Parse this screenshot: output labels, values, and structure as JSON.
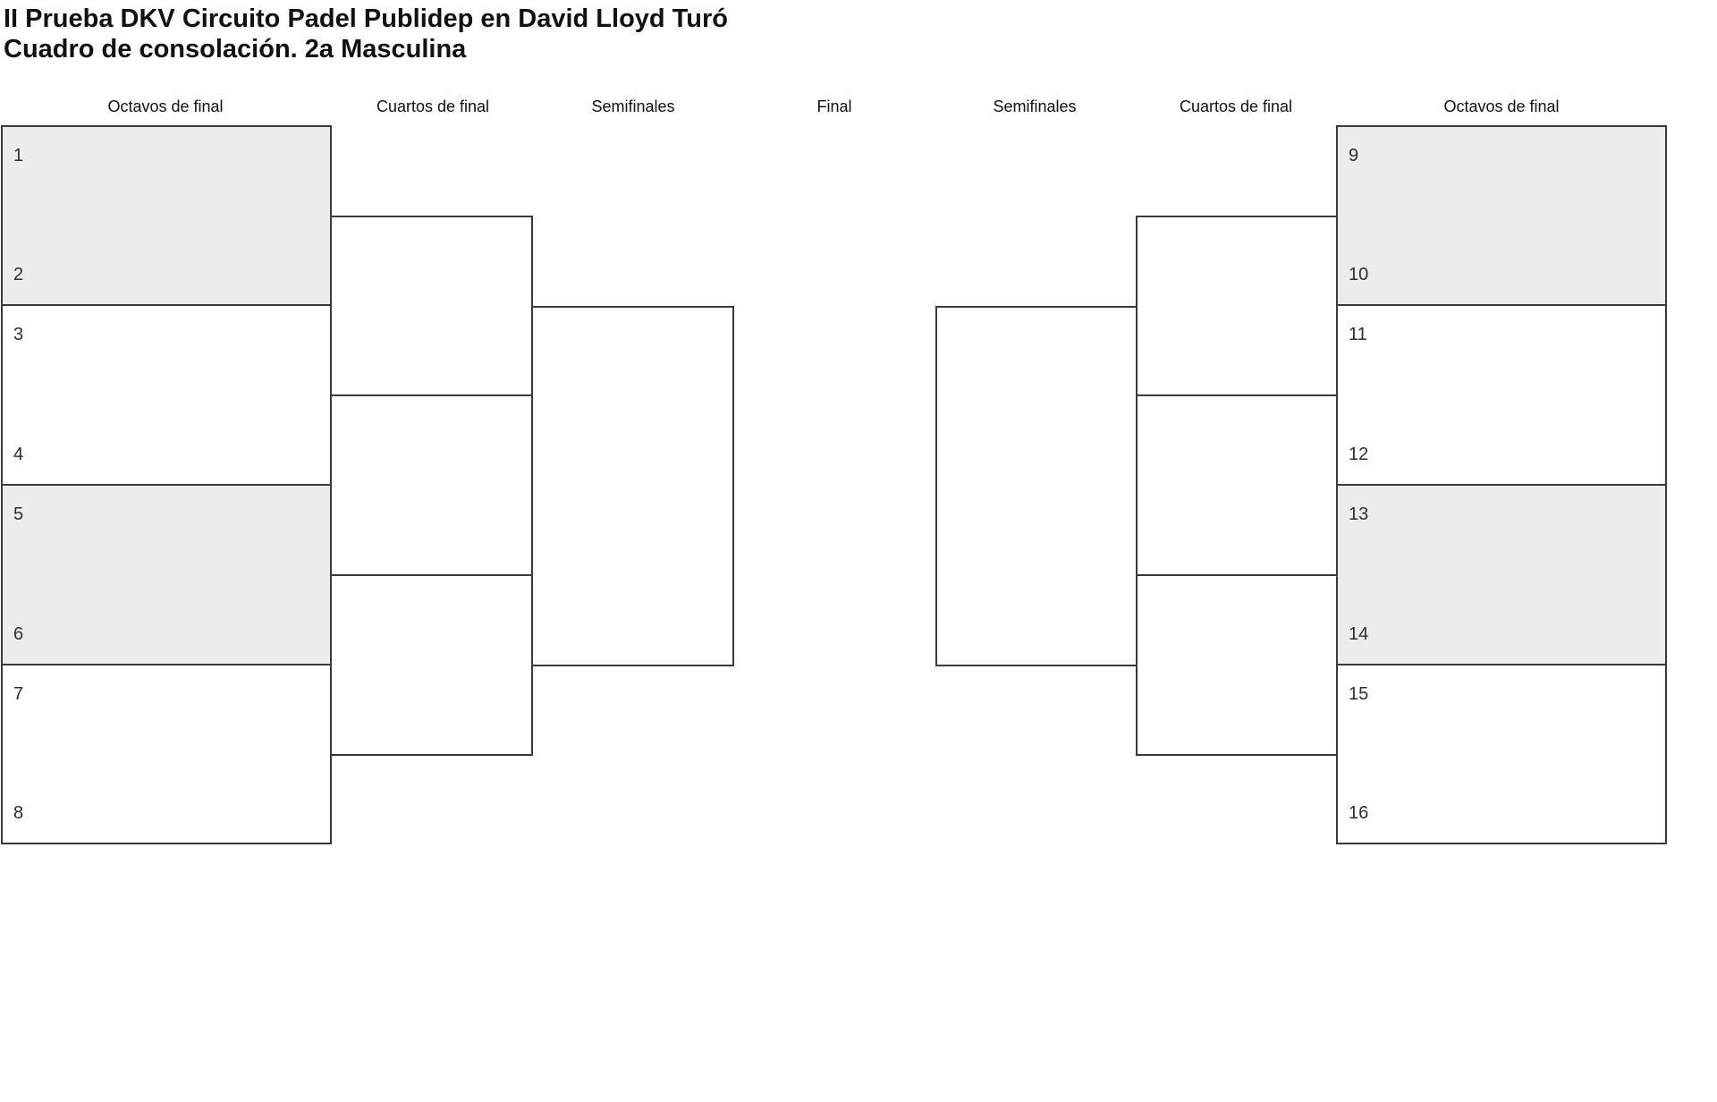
{
  "page": {
    "title": "II Prueba DKV Circuito Padel Publidep en David Lloyd Turó",
    "subtitle": "Cuadro de consolación. 2a Masculina"
  },
  "round_headers": [
    {
      "label": "Octavos de final"
    },
    {
      "label": "Cuartos de final"
    },
    {
      "label": "Semifinales"
    },
    {
      "label": "Final"
    },
    {
      "label": "Semifinales"
    },
    {
      "label": "Cuartos de final"
    },
    {
      "label": "Octavos de final"
    }
  ],
  "bracket": {
    "left_octavos": [
      {
        "top_slot": "1",
        "bottom_slot": "2",
        "shaded": true
      },
      {
        "top_slot": "3",
        "bottom_slot": "4",
        "shaded": false
      },
      {
        "top_slot": "5",
        "bottom_slot": "6",
        "shaded": true
      },
      {
        "top_slot": "7",
        "bottom_slot": "8",
        "shaded": false
      }
    ],
    "right_octavos": [
      {
        "top_slot": "9",
        "bottom_slot": "10",
        "shaded": true
      },
      {
        "top_slot": "11",
        "bottom_slot": "12",
        "shaded": false
      },
      {
        "top_slot": "13",
        "bottom_slot": "14",
        "shaded": true
      },
      {
        "top_slot": "15",
        "bottom_slot": "16",
        "shaded": false
      }
    ],
    "left_cuartos": [
      {
        "top_slot": "",
        "bottom_slot": ""
      },
      {
        "top_slot": "",
        "bottom_slot": ""
      }
    ],
    "right_cuartos": [
      {
        "top_slot": "",
        "bottom_slot": ""
      },
      {
        "top_slot": "",
        "bottom_slot": ""
      }
    ],
    "left_semifinal": {
      "top_slot": "",
      "bottom_slot": ""
    },
    "right_semifinal": {
      "top_slot": "",
      "bottom_slot": ""
    }
  },
  "colors": {
    "border": "#3a3a3a",
    "shaded_fill": "#ececec",
    "background": "#ffffff",
    "text": "#111111",
    "slot_text": "#2e2e2e"
  }
}
